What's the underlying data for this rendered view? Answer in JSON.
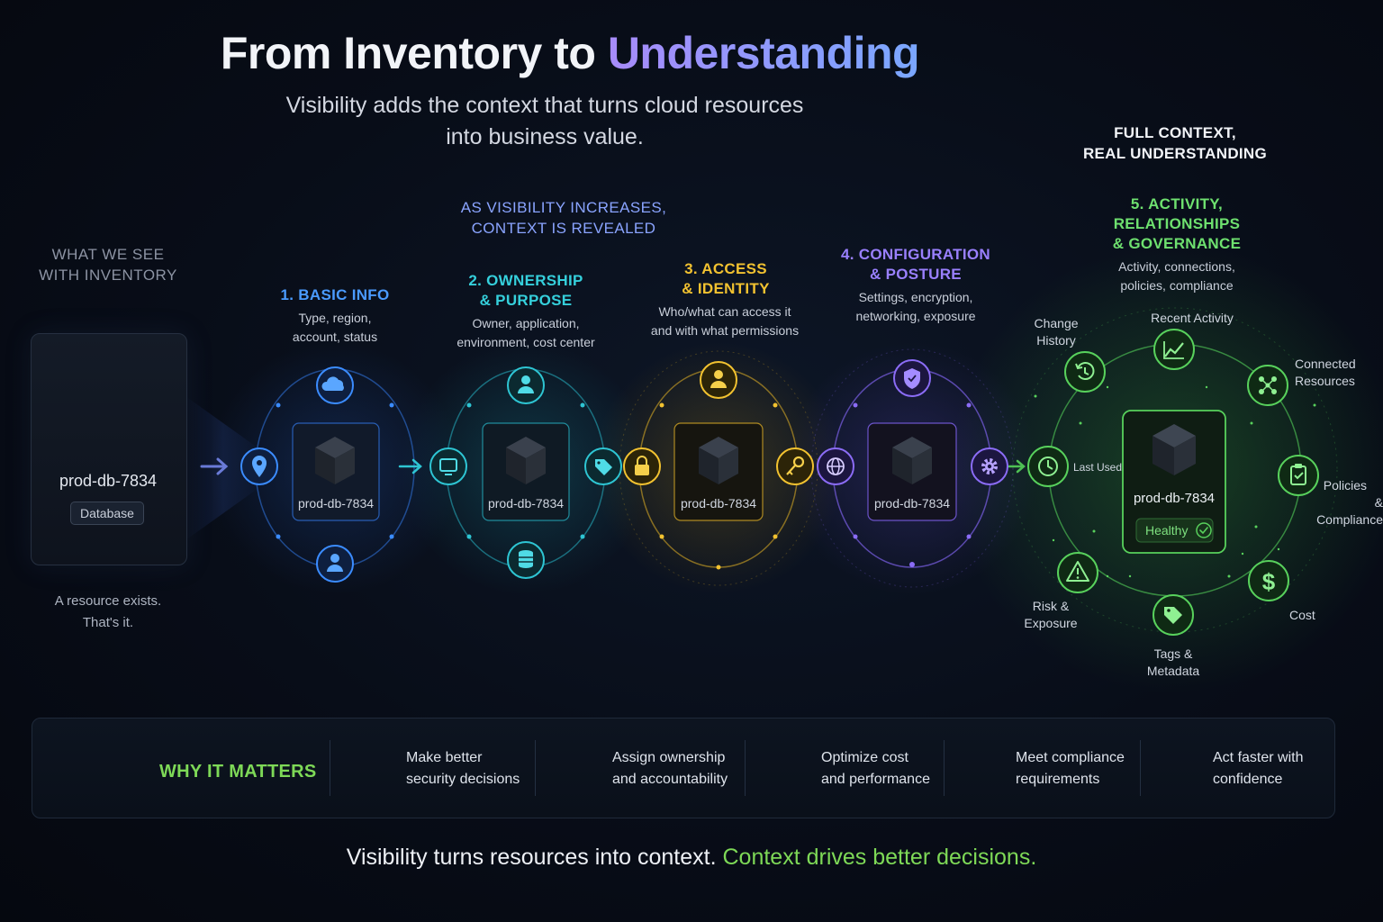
{
  "header": {
    "title_plain": "From Inventory to ",
    "title_accent": "Understanding",
    "subtitle_line1": "Visibility adds the context that turns cloud resources",
    "subtitle_line2": "into business value."
  },
  "colors": {
    "blue": "#3b8cff",
    "cyan": "#2ec5d3",
    "yellow": "#f2c230",
    "purple": "#8b6cf6",
    "green": "#58d15c"
  },
  "inventory": {
    "heading_line1": "WHAT WE SEE",
    "heading_line2": "WITH INVENTORY",
    "resource_name": "prod-db-7834",
    "resource_type": "Database",
    "caption_line1": "A resource exists.",
    "caption_line2": "That's it."
  },
  "middle_heading": {
    "line1": "AS VISIBILITY INCREASES,",
    "line2": "CONTEXT IS REVEALED"
  },
  "stages": [
    {
      "title_line1": "1. BASIC INFO",
      "title_line2": "",
      "desc_line1": "Type, region,",
      "desc_line2": "account, status",
      "resource": "prod-db-7834",
      "icons": [
        "cloud-icon",
        "location-pin-icon",
        "user-icon"
      ]
    },
    {
      "title_line1": "2. OWNERSHIP",
      "title_line2": "& PURPOSE",
      "desc_line1": "Owner, application,",
      "desc_line2": "environment, cost center",
      "resource": "prod-db-7834",
      "icons": [
        "user-icon",
        "monitor-icon",
        "tag-icon",
        "database-icon"
      ]
    },
    {
      "title_line1": "3. ACCESS",
      "title_line2": "& IDENTITY",
      "desc_line1": "Who/what can access it",
      "desc_line2": "and with what permissions",
      "resource": "prod-db-7834",
      "icons": [
        "user-icon",
        "lock-icon",
        "key-icon"
      ]
    },
    {
      "title_line1": "4. CONFIGURATION",
      "title_line2": "& POSTURE",
      "desc_line1": "Settings, encryption,",
      "desc_line2": "networking, exposure",
      "resource": "prod-db-7834",
      "icons": [
        "shield-check-icon",
        "globe-icon",
        "gear-icon"
      ]
    }
  ],
  "final_stage": {
    "heading_line1": "FULL CONTEXT,",
    "heading_line2": "REAL UNDERSTANDING",
    "title_line1": "5. ACTIVITY,",
    "title_line2": "RELATIONSHIPS",
    "title_line3": "& GOVERNANCE",
    "desc_line1": "Activity, connections,",
    "desc_line2": "policies, compliance",
    "resource": "prod-db-7834",
    "status": "Healthy",
    "nodes": {
      "change_history": {
        "line1": "Change",
        "line2": "History"
      },
      "recent_activity": "Recent Activity",
      "connected_resources": {
        "line1": "Connected",
        "line2": "Resources"
      },
      "last_used": "Last Used",
      "policies": {
        "line1": "Policies",
        "line2": "& Compliance"
      },
      "risk": {
        "line1": "Risk &",
        "line2": "Exposure"
      },
      "cost": "Cost",
      "tags": {
        "line1": "Tags &",
        "line2": "Metadata"
      }
    }
  },
  "why": {
    "title": "WHY IT MATTERS",
    "items": [
      {
        "line1": "Make better",
        "line2": "security decisions",
        "icon": "shield-check-icon"
      },
      {
        "line1": "Assign ownership",
        "line2": "and accountability",
        "icon": "team-icon"
      },
      {
        "line1": "Optimize cost",
        "line2": "and performance",
        "icon": "dollar-icon"
      },
      {
        "line1": "Meet compliance",
        "line2": "requirements",
        "icon": "clipboard-check-icon"
      },
      {
        "line1": "Act faster with",
        "line2": "confidence",
        "icon": "lightning-icon"
      }
    ]
  },
  "footer": {
    "part1": "Visibility turns resources into context. ",
    "part2": "Context drives better decisions."
  }
}
